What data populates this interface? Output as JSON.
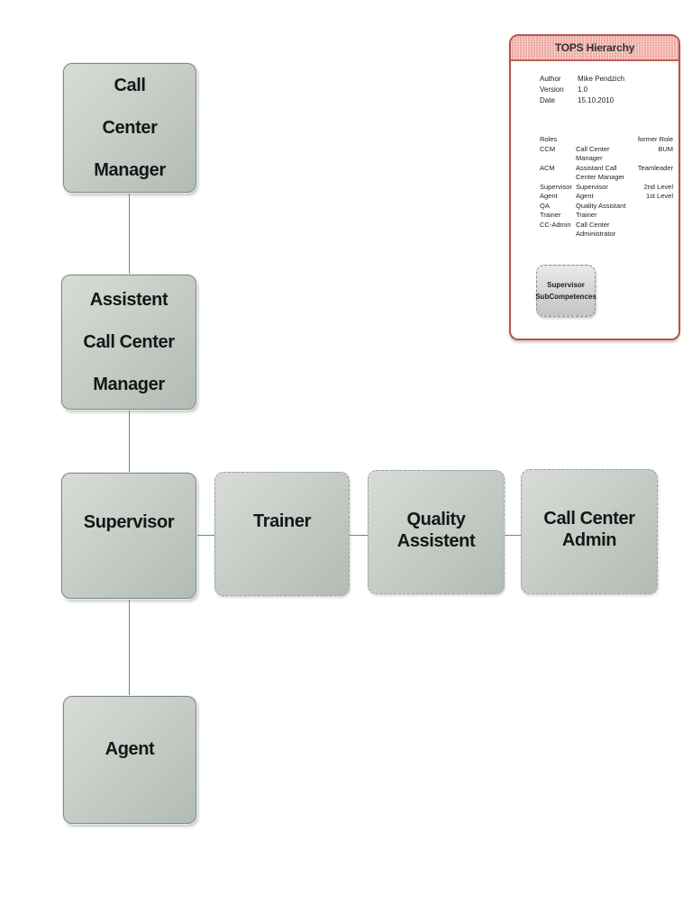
{
  "diagram": {
    "nodes": {
      "ccm": {
        "label": "Call\nCenter\nManager"
      },
      "acm": {
        "label": "Assistent\nCall Center\nManager"
      },
      "supervisor": {
        "label": "Supervisor"
      },
      "trainer": {
        "label": "Trainer"
      },
      "qa": {
        "label": "Quality Assistent"
      },
      "cca": {
        "label": "Call Center Admin"
      },
      "agent": {
        "label": "Agent"
      }
    }
  },
  "legend": {
    "title": "TOPS Hierarchy",
    "meta": {
      "author_label": "Author",
      "author_value": "Mike Pendzich",
      "version_label": "Version",
      "version_value": "1.0",
      "date_label": "Date",
      "date_value": "15.10.2010"
    },
    "table": {
      "header_left": "Roles",
      "header_right": "former Role",
      "rows": [
        {
          "abbr": "CCM",
          "role": "Call Center Manager",
          "former": "BUM"
        },
        {
          "abbr": "ACM",
          "role": "Assistant Call Center Manager",
          "former": "Teamleader"
        },
        {
          "abbr": "Supervisor",
          "role": "Supervisor",
          "former": "2nd Level"
        },
        {
          "abbr": "Agent",
          "role": "Agent",
          "former": "1st Level"
        },
        {
          "abbr": "QA",
          "role": "Quality Assistant",
          "former": ""
        },
        {
          "abbr": "Trainer",
          "role": "Trainer",
          "former": ""
        },
        {
          "abbr": "CC-Admin",
          "role": "Call Center Administrator",
          "former": ""
        }
      ]
    },
    "button": {
      "label": "Supervisor\nSubCompetences"
    }
  },
  "colors": {
    "accent_red": "#b4544e",
    "header_pink": "#f2b3ab",
    "node_fill_light": "#d8dcd7",
    "node_fill_dark": "#b3bbb5",
    "connector_gray": "#7f7f7f"
  }
}
